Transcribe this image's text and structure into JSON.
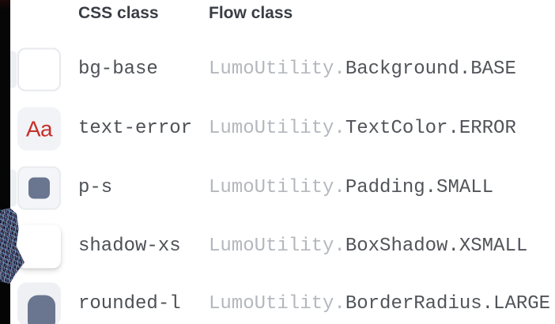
{
  "table": {
    "headers": {
      "css": "CSS class",
      "flow": "Flow class"
    },
    "rows": [
      {
        "css_class": "bg-base",
        "flow_prefix": "LumoUtility.",
        "flow_rest": "Background.BASE",
        "preview": "background-base-swatch"
      },
      {
        "css_class": "text-error",
        "flow_prefix": "LumoUtility.",
        "flow_rest": "TextColor.ERROR",
        "preview": "text-error-sample",
        "sample_text": "Aa"
      },
      {
        "css_class": "p-s",
        "flow_prefix": "LumoUtility.",
        "flow_rest": "Padding.SMALL",
        "preview": "padding-small-swatch"
      },
      {
        "css_class": "shadow-xs",
        "flow_prefix": "LumoUtility.",
        "flow_rest": "BoxShadow.XSMALL",
        "preview": "box-shadow-xsmall-swatch"
      },
      {
        "css_class": "rounded-l",
        "flow_prefix": "LumoUtility.",
        "flow_rest": "BorderRadius.LARGE",
        "preview": "border-radius-large-swatch"
      }
    ]
  },
  "colors": {
    "error_red": "#c5302b",
    "swatch_blue_gray": "#6a7590",
    "swatch_light_gray": "#f2f3f6",
    "flow_prefix_gray": "#b4b8bd",
    "code_text_gray": "#4d5156",
    "header_text": "#393d44"
  }
}
